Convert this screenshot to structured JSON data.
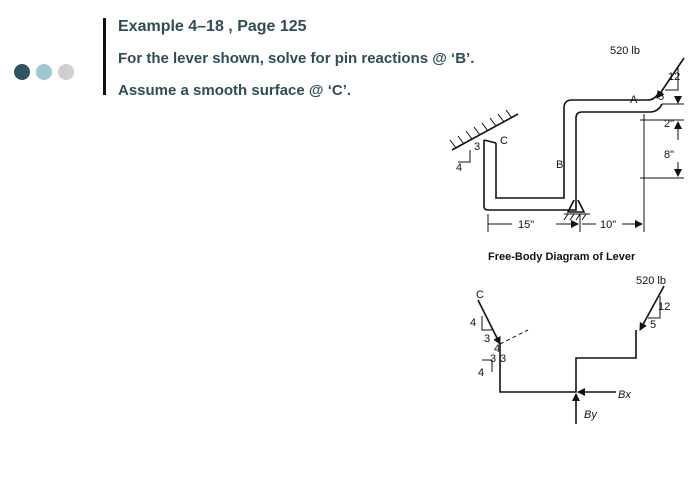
{
  "slide": {
    "title": "Example 4–18 ,  Page 125",
    "line1": "For the lever shown, solve for pin reactions @ ‘B’.",
    "line2": "Assume a smooth surface @ ‘C’."
  },
  "diagram": {
    "load": "520 lb",
    "slope_12": "12",
    "slope_5": "5",
    "label_A": "A",
    "label_B": "B",
    "label_C": "C",
    "dim_2": "2\"",
    "dim_8": "8\"",
    "dim_15": "15\"",
    "dim_10": "10\"",
    "slope_3": "3",
    "slope_4": "4"
  },
  "fbd": {
    "title": "Free-Body Diagram of Lever",
    "load": "520 lb",
    "slope_12": "12",
    "slope_5": "5",
    "label_C": "C",
    "n4a": "4",
    "n3a": "3",
    "n4b": "4",
    "n3b": "3",
    "n3c": "3",
    "n4c": "4",
    "bx": "Bx",
    "by": "By"
  },
  "colors": {
    "text": "#2e4d59",
    "dot1": "#2f5561",
    "dot2": "#9cc8d1",
    "dot3": "#d0d0d0"
  }
}
